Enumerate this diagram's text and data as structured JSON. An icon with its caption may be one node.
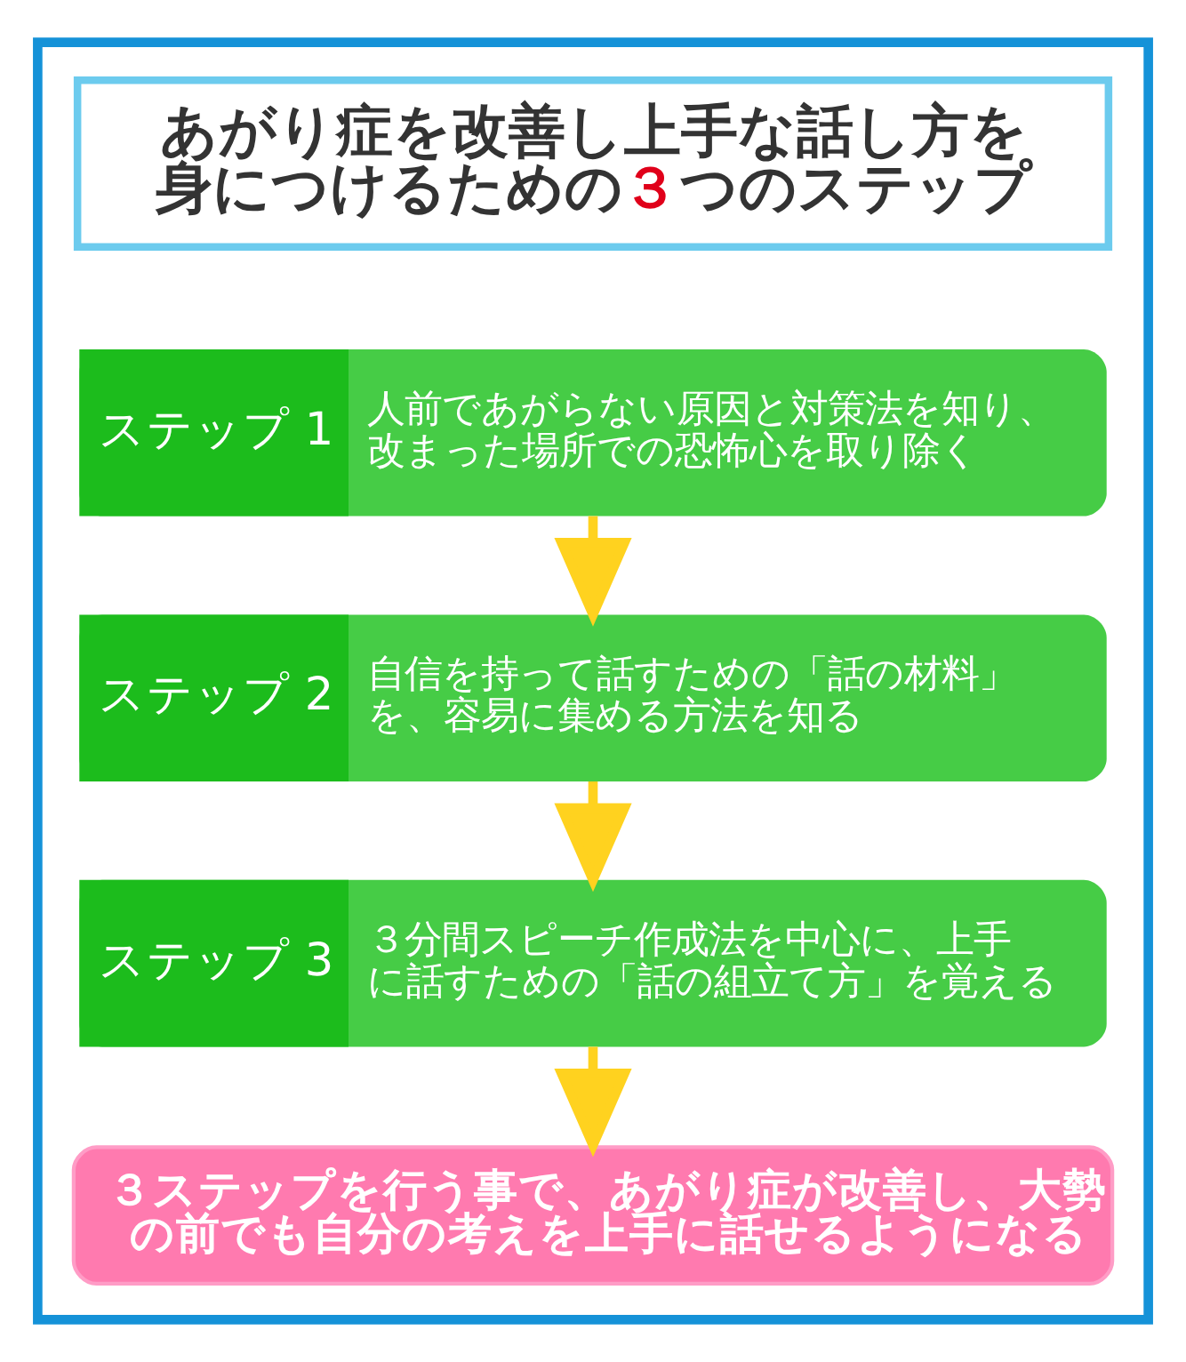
{
  "diagram": {
    "nodes": [
      {
        "text": [],
        "shape": "box"
      },
      {
        "text": [
          "あがり症を改善し上手な話し方を身につけるための３つのステップ"
        ],
        "in": 0
      },
      {
        "text": [
          "ステップ 1",
          "人前であがらない原因と対策法を知り、改まった場所での恐怖心を取り除く"
        ],
        "in": 0
      },
      {
        "text": [
          "ステップ 2",
          "自信を持って話すための「話の材料」を、容易に集める方法を知る"
        ],
        "in": 0
      },
      {
        "text": [
          "ステップ 3",
          "３分間スピーチ作成法を中心に、上手に話すための「話の組立て方」を覚える"
        ],
        "in": 0
      },
      {
        "text": [
          "３ステップを行う事で、あがり症が改善し、大勢の前でも自分の考えを上手に話せるようになる"
        ],
        "in": 0
      }
    ],
    "edges": [
      {
        "from": 2,
        "to": 3,
        "arrow": "to"
      },
      {
        "from": 3,
        "to": 4,
        "arrow": "to"
      },
      {
        "from": 4,
        "to": 5,
        "arrow": "to"
      }
    ]
  }
}
